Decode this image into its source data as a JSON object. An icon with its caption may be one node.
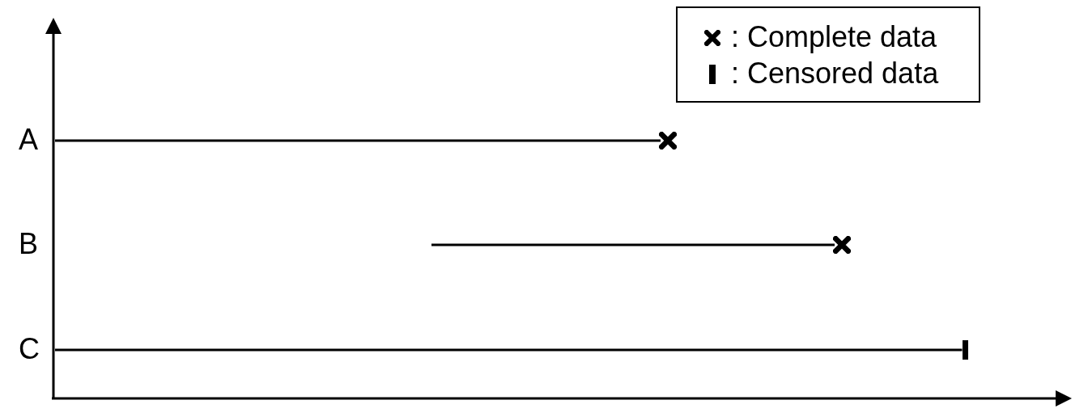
{
  "diagram": {
    "labels": [
      "A",
      "B",
      "C"
    ],
    "legend": [
      {
        "text": ": Complete data"
      },
      {
        "text": ": Censored data"
      }
    ]
  }
}
